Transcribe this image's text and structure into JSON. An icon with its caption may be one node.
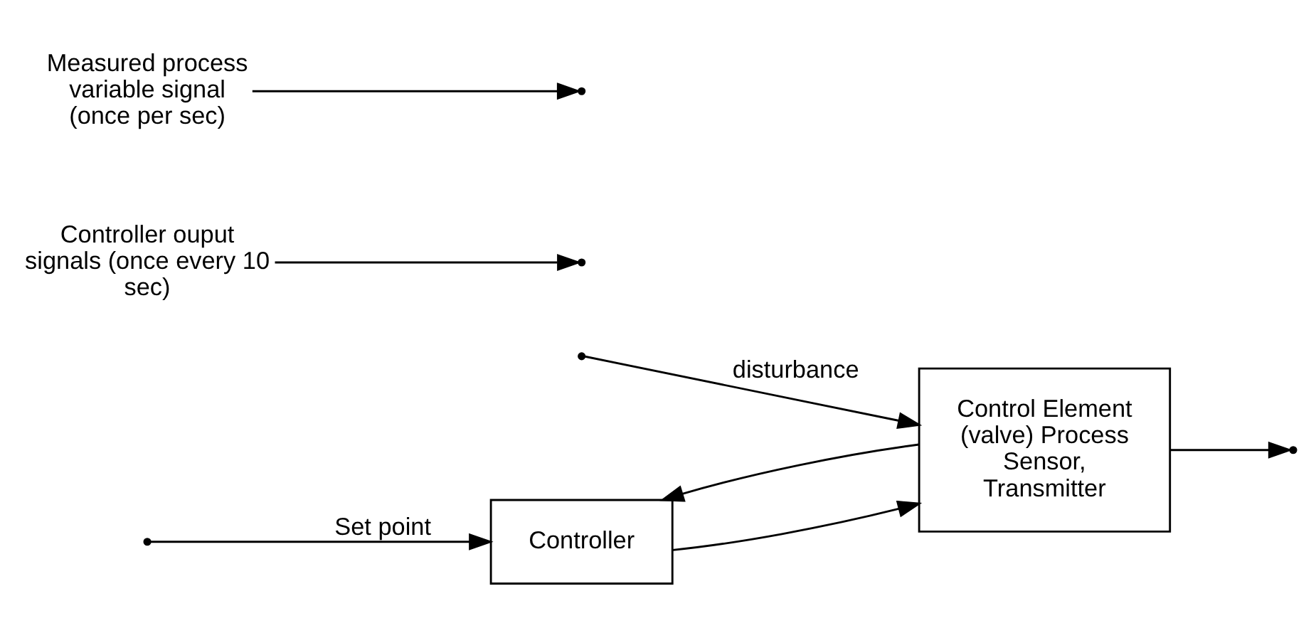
{
  "diagram": {
    "nodes": [
      {
        "text": [
          "Controller"
        ]
      },
      {
        "text": [
          "Control Element (valve) Process Sensor, Transmitter"
        ]
      },
      {
        "text": [
          "Controller ouput signals (once every 10 sec)"
        ]
      },
      {
        "text": [
          "Measured process variable signal (once per sec)"
        ]
      }
    ],
    "edges": [
      {
        "from": null,
        "to": 0,
        "arrow": "to",
        "label": "Set point"
      },
      {
        "from": 0,
        "to": 1,
        "arrow": "to"
      },
      {
        "from": null,
        "to": 1,
        "arrow": "to",
        "label": "disturbance"
      },
      {
        "from": 1,
        "to": null,
        "arrow": "to"
      },
      {
        "from": 1,
        "to": 0,
        "arrow": "to"
      },
      {
        "from": 2,
        "to": null,
        "arrow": "to"
      },
      {
        "from": 3,
        "to": null,
        "arrow": "to"
      }
    ]
  }
}
